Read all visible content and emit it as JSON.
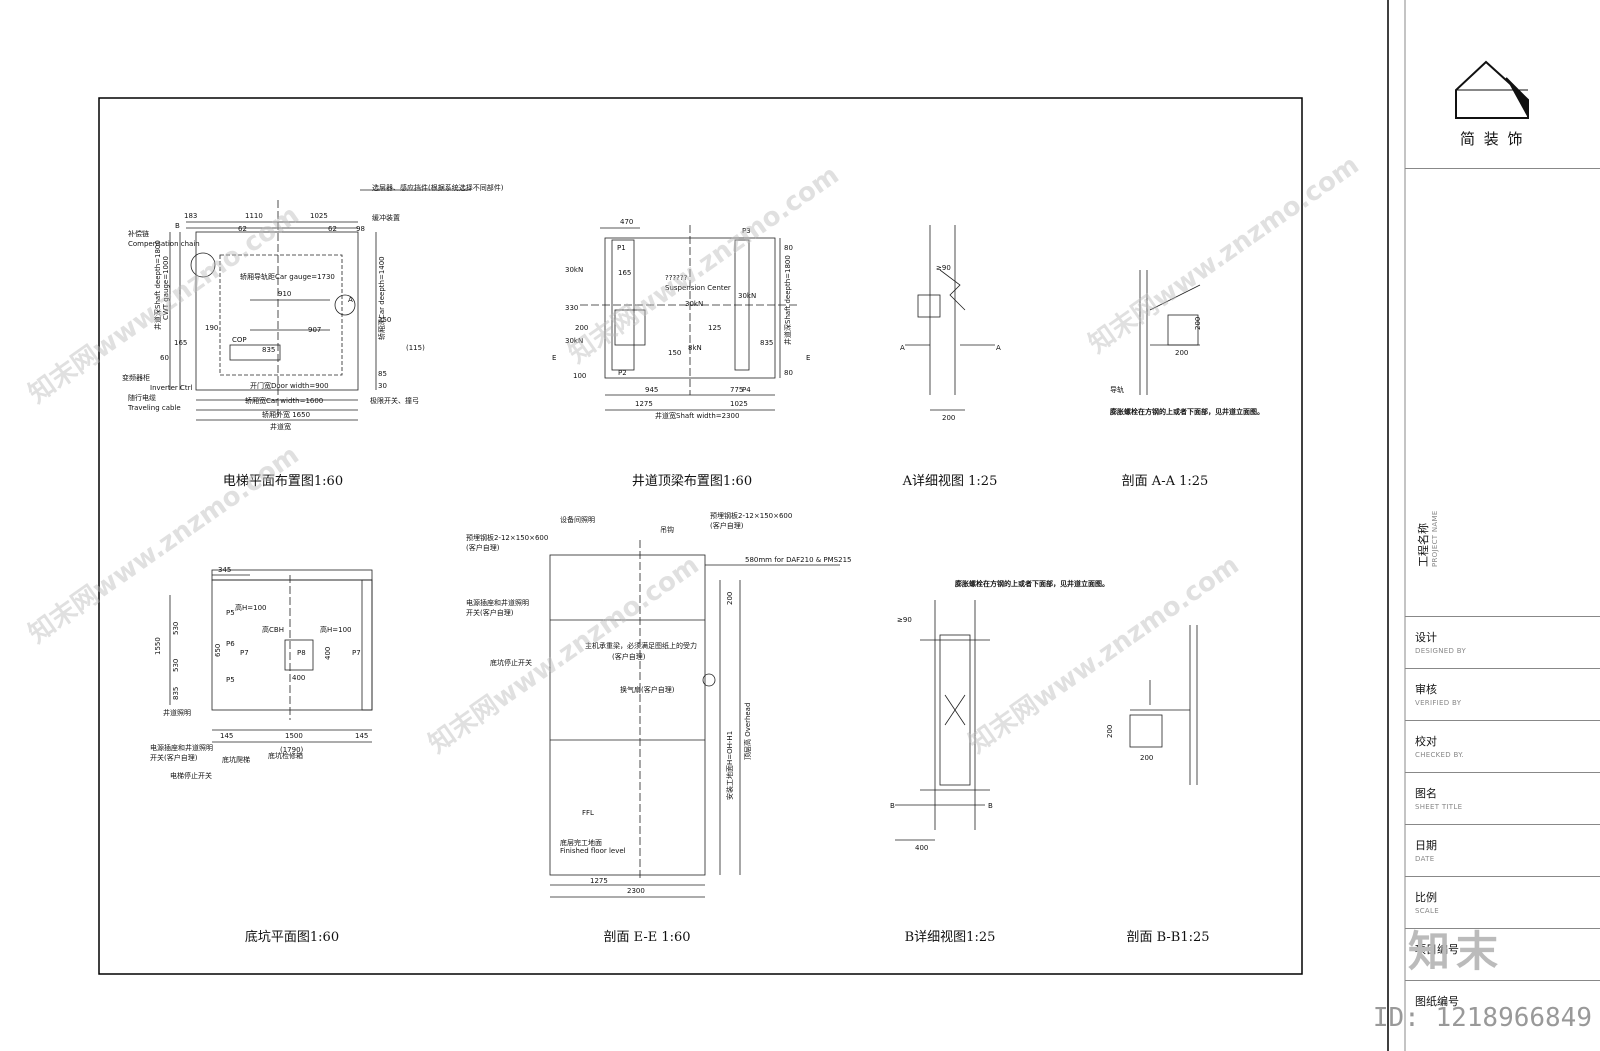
{
  "title_block": {
    "logo_text": "简 装 饰",
    "fields": [
      {
        "label": "工程名称",
        "sub": "PROJECT NAME"
      },
      {
        "label": "设计",
        "sub": "DESIGNED BY"
      },
      {
        "label": "审核",
        "sub": "VERIFIED BY"
      },
      {
        "label": "校对",
        "sub": "CHECKED BY."
      },
      {
        "label": "图名",
        "sub": "SHEET TITLE"
      },
      {
        "label": "日期",
        "sub": "DATE"
      },
      {
        "label": "比例",
        "sub": "SCALE"
      },
      {
        "label": "项目编号",
        "sub": ""
      },
      {
        "label": "图纸编号",
        "sub": ""
      }
    ]
  },
  "captions": {
    "plan": "电梯平面布置图1:60",
    "beam": "井道顶梁布置图1:60",
    "detail_a": "A详细视图 1:25",
    "section_aa": "剖面 A-A 1:25",
    "pit": "底坑平面图1:60",
    "section_ee": "剖面 E-E 1:60",
    "detail_b": "B详细视图1:25",
    "section_bb": "剖面 B-B1:25"
  },
  "plan": {
    "dims_top": [
      "183",
      "1110",
      "1025",
      "62",
      "62",
      "98"
    ],
    "car_gauge": "轿厢导轨距Car gauge=1730",
    "car_depth": "轿厢深Car deepth=1400",
    "shaft_depth": "井道深Shaft deepth=1800",
    "cwt_gauge": "CWT gauge=1000",
    "d910": "910",
    "d907": "907",
    "d835": "835",
    "d190": "190",
    "d165": "165",
    "d60": "60",
    "d250": "250",
    "d85": "85",
    "d30": "30",
    "d115": "(115)",
    "cop": "COP",
    "door_width": "开门宽Door width=900",
    "car_width": "轿厢宽Car width=1600",
    "car_outer": "轿厢外宽 1650",
    "shaft_width": "井道宽",
    "comp_chain_cn": "补偿链",
    "comp_chain": "Compensation chain",
    "inverter_cn": "变频器柜",
    "inverter": "Inverter Ctrl",
    "traveling_cn": "随行电缆",
    "traveling": "Traveling cable",
    "note_top": "选层器、感应挡件(根据系统选择不同部件)",
    "note_buffer": "缓冲装置",
    "note_bottom": "极限开关、撞弓",
    "label_b": "B",
    "label_a": "A"
  },
  "beam": {
    "d470": "470",
    "p1": "P1",
    "p2": "P2",
    "p3": "P3",
    "p4": "P4",
    "load30a": "30kN",
    "load30b": "30kN",
    "load30c": "30kN",
    "load30d": "30kN",
    "load8": "8kN",
    "suspension": "Suspension Center",
    "d165": "165",
    "d330": "330",
    "d200": "200",
    "d150": "150",
    "d100": "100",
    "d125": "125",
    "d835": "835",
    "d80a": "80",
    "d80b": "80",
    "shaft_depth": "井道深Shaft deepth=1800",
    "d945": "945",
    "d775": "775",
    "d1275": "1275",
    "d1025": "1025",
    "shaft_width": "井道宽Shaft width=2300",
    "label_e": "E",
    "label_qs": "??????"
  },
  "detail_a": {
    "d90": "≥90",
    "d200": "200",
    "label_a": "A"
  },
  "section_aa": {
    "d200a": "200",
    "d200b": "200",
    "note": "膨胀螺栓在方钢的上或者下面部，见井道立面图。",
    "label": "导轨"
  },
  "pit": {
    "d345": "345",
    "d1550": "1550",
    "d530a": "530",
    "d530b": "530",
    "d835": "835",
    "d650": "650",
    "d400a": "400",
    "d400b": "400",
    "d145a": "145",
    "d145b": "145",
    "d1500": "1500",
    "d1790": "(1790)",
    "p5a": "P5",
    "p5b": "P5",
    "p6": "P6",
    "p7a": "P7",
    "p7b": "P7",
    "p8": "P8",
    "h100a": "高H=100",
    "h100b": "高H=100",
    "hcbh": "高CBH",
    "n1": "井道照明",
    "n2": "电源插座和井道照明",
    "n3": "开关(客户自理)",
    "n4": "底坑爬梯",
    "n5": "底坑检修箱",
    "n6": "电梯停止开关"
  },
  "section_ee": {
    "n1": "预埋钢板2-12×150×600",
    "n1b": "(客户自理)",
    "n2": "设备间照明",
    "n3": "吊钩",
    "n4": "预埋钢板2-12×150×600",
    "n4b": "(客户自理)",
    "n5": "580mm for DAF210 & PMS215",
    "n6": "电源插座和井道照明",
    "n6b": "开关(客户自理)",
    "n7": "主机承重梁，必须满足图纸上的受力",
    "n7b": "(客户自理)",
    "n8": "底坑停止开关",
    "n9": "换气扇(客户自理)",
    "oh": "顶层高 Overhead",
    "ohn": "安装工地面H=OH-H1",
    "d200": "200",
    "ffl": "FFL",
    "ffl_cn": "底层完工地面",
    "ffl_en": "Finished floor level",
    "d1275": "1275",
    "d2300": "2300"
  },
  "detail_b": {
    "note": "膨胀螺栓在方钢的上或者下面部，见井道立面图。",
    "d90": "≥90",
    "d400": "400",
    "label_b": "B"
  },
  "section_bb": {
    "d200a": "200",
    "d200b": "200"
  },
  "watermarks": [
    "知末网www.znzmo.com"
  ],
  "brand": "知末",
  "id": "ID: 1218966849"
}
